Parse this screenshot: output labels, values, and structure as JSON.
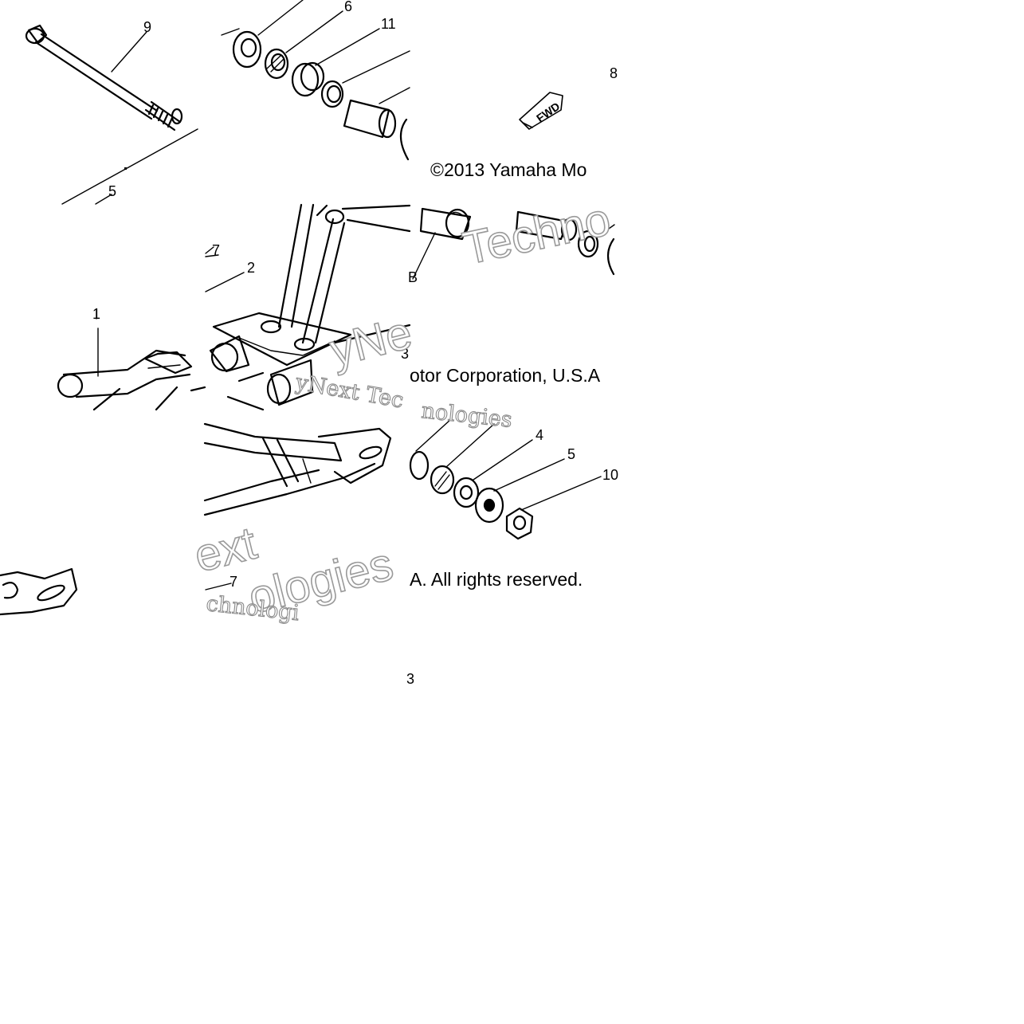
{
  "copyright": {
    "segment_top": "©2013 Yamaha Mo",
    "segment_middle": "otor Corporation, U.S.A",
    "segment_bottom": "A. All rights reserved."
  },
  "watermark": {
    "word_techno": "Techno",
    "word_next_tec": "yNext Tec",
    "word_nologies": "nologies",
    "word_ext": "ext",
    "word_ologies": "ologies",
    "word_chnologi": "chnologi",
    "word_next_partial": "yNe"
  },
  "callouts": {
    "c9": "9",
    "c6": "6",
    "c11": "11",
    "c8_top": "8",
    "c5_left": "5",
    "c7_top": "7",
    "c2": "2",
    "c1": "1",
    "c3": "3",
    "cB": "B",
    "c4": "4",
    "c5_right": "5",
    "c10": "10",
    "c7_bottom": "7",
    "c_lower": "3"
  },
  "stamp": {
    "label": "FWD"
  }
}
